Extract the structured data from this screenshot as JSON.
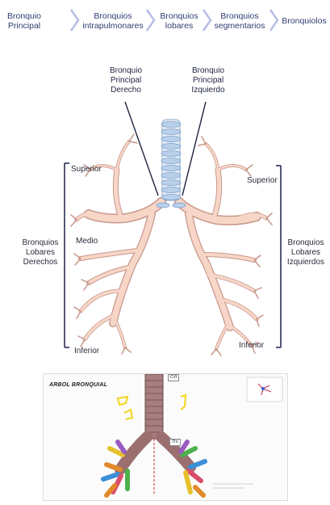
{
  "flow": {
    "steps": [
      {
        "line1": "Bronquio",
        "line2": "Principal"
      },
      {
        "line1": "Bronquios",
        "line2": "intrapulmonares"
      },
      {
        "line1": "Bronquios",
        "line2": "lobares"
      },
      {
        "line1": "Bronquios",
        "line2": "segmentarios"
      },
      {
        "line1": "Bronquiolos",
        "line2": ""
      }
    ]
  },
  "diagram": {
    "right_main": {
      "line1": "Bronquio",
      "line2": "Principal",
      "line3": "Derecho"
    },
    "left_main": {
      "line1": "Bronquio",
      "line2": "Principal",
      "line3": "Izquierdo"
    },
    "right_superior": "Superior",
    "right_medio": "Medio",
    "right_inferior": "Inferior",
    "left_superior": "Superior",
    "left_inferior": "Inferior",
    "right_lobar": {
      "line1": "Bronquios",
      "line2": "Lobares",
      "line3": "Derechos"
    },
    "left_lobar": {
      "line1": "Bronquios",
      "line2": "Lobares",
      "line3": "Izquierdos"
    }
  },
  "photo": {
    "title": "ARBOL BRONQUIAL",
    "tag_top": "CVI",
    "tag_mid": "TIV"
  },
  "colors": {
    "flow_text": "#2f3e73",
    "chevron": "#b7bde6",
    "bronchus_fill": "#f7d6c8",
    "bronchus_outline": "#c7978a",
    "trachea_ring": "#b8d0ea",
    "brace": "#2a2f55"
  }
}
